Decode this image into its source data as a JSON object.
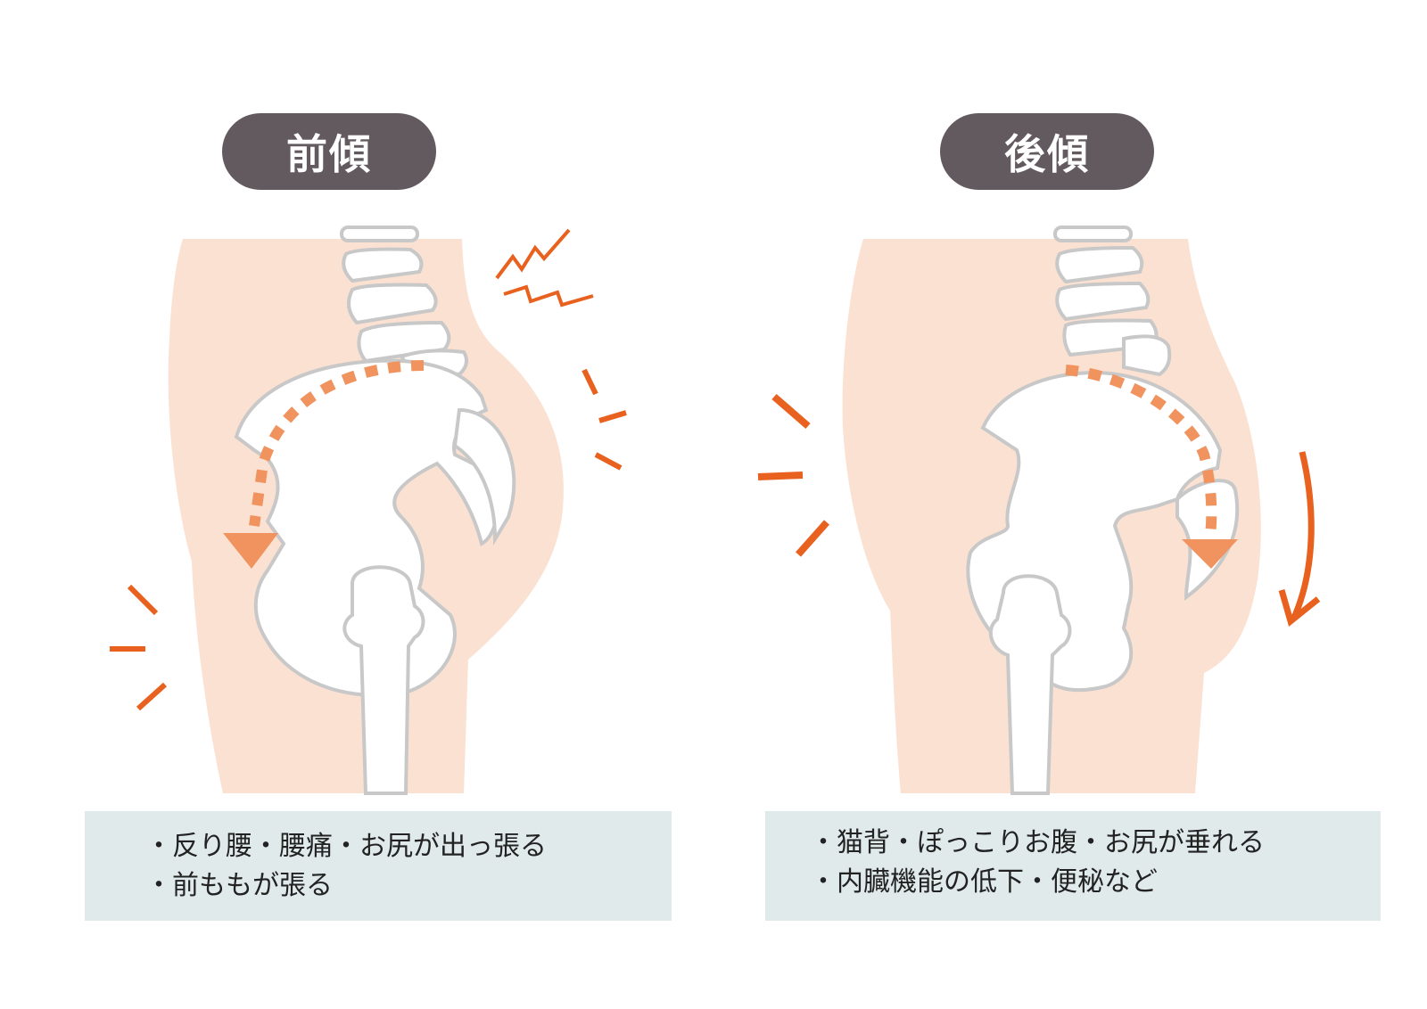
{
  "colors": {
    "pill_bg": "#625a5f",
    "skin": "#fbe1d2",
    "bone_outline": "#c8c8c8",
    "bone_fill": "#ffffff",
    "accent_orange": "#e8611e",
    "arrow_orange": "#f0935f",
    "caption_bg": "#e0eaeb"
  },
  "panels": [
    {
      "title": "前傾",
      "caption_lines": [
        "・反り腰・腰痛・お尻が出っ張る",
        "・前ももが張る"
      ],
      "icons": [
        "lumbar-spine",
        "pelvis-tilted-forward",
        "femur",
        "dotted-rotation-arrow-forward",
        "pain-zigzag",
        "emphasis-lines-front",
        "emphasis-lines-back"
      ]
    },
    {
      "title": "後傾",
      "caption_lines": [
        "・猫背・ぽっこりお腹・お尻が垂れる",
        "・内臓機能の低下・便秘など"
      ],
      "icons": [
        "lumbar-spine",
        "pelvis-tilted-backward",
        "femur",
        "dotted-rotation-arrow-backward",
        "curved-down-arrow",
        "emphasis-lines-front"
      ]
    }
  ]
}
